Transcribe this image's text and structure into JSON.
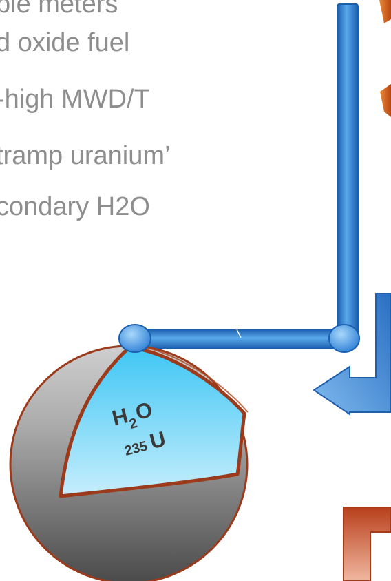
{
  "bullets": [
    "ble meters",
    "d oxide fuel",
    "-high MWD/T",
    "tramp uranium’",
    "condary H2O"
  ],
  "sphere": {
    "formula_main": "H",
    "formula_sub": "2",
    "formula_tail": "O",
    "isotope_mass": "235",
    "isotope_symbol": "U"
  },
  "colors": {
    "text": "#8e8e8e",
    "pipe": "#2f7fd6",
    "pipe_edge": "#1a5fae",
    "joint": "#5aa9e8",
    "sphere_fill": "#6d6d6d",
    "sphere_rim": "#9c3a1c",
    "water": "#4ccbf5",
    "bullet": "#d9641e",
    "arrow": "#3c86d3",
    "box": "#c9502a"
  },
  "icons": [
    "bullet-marker",
    "bullet-marker",
    "return-arrow",
    "box-outline"
  ]
}
